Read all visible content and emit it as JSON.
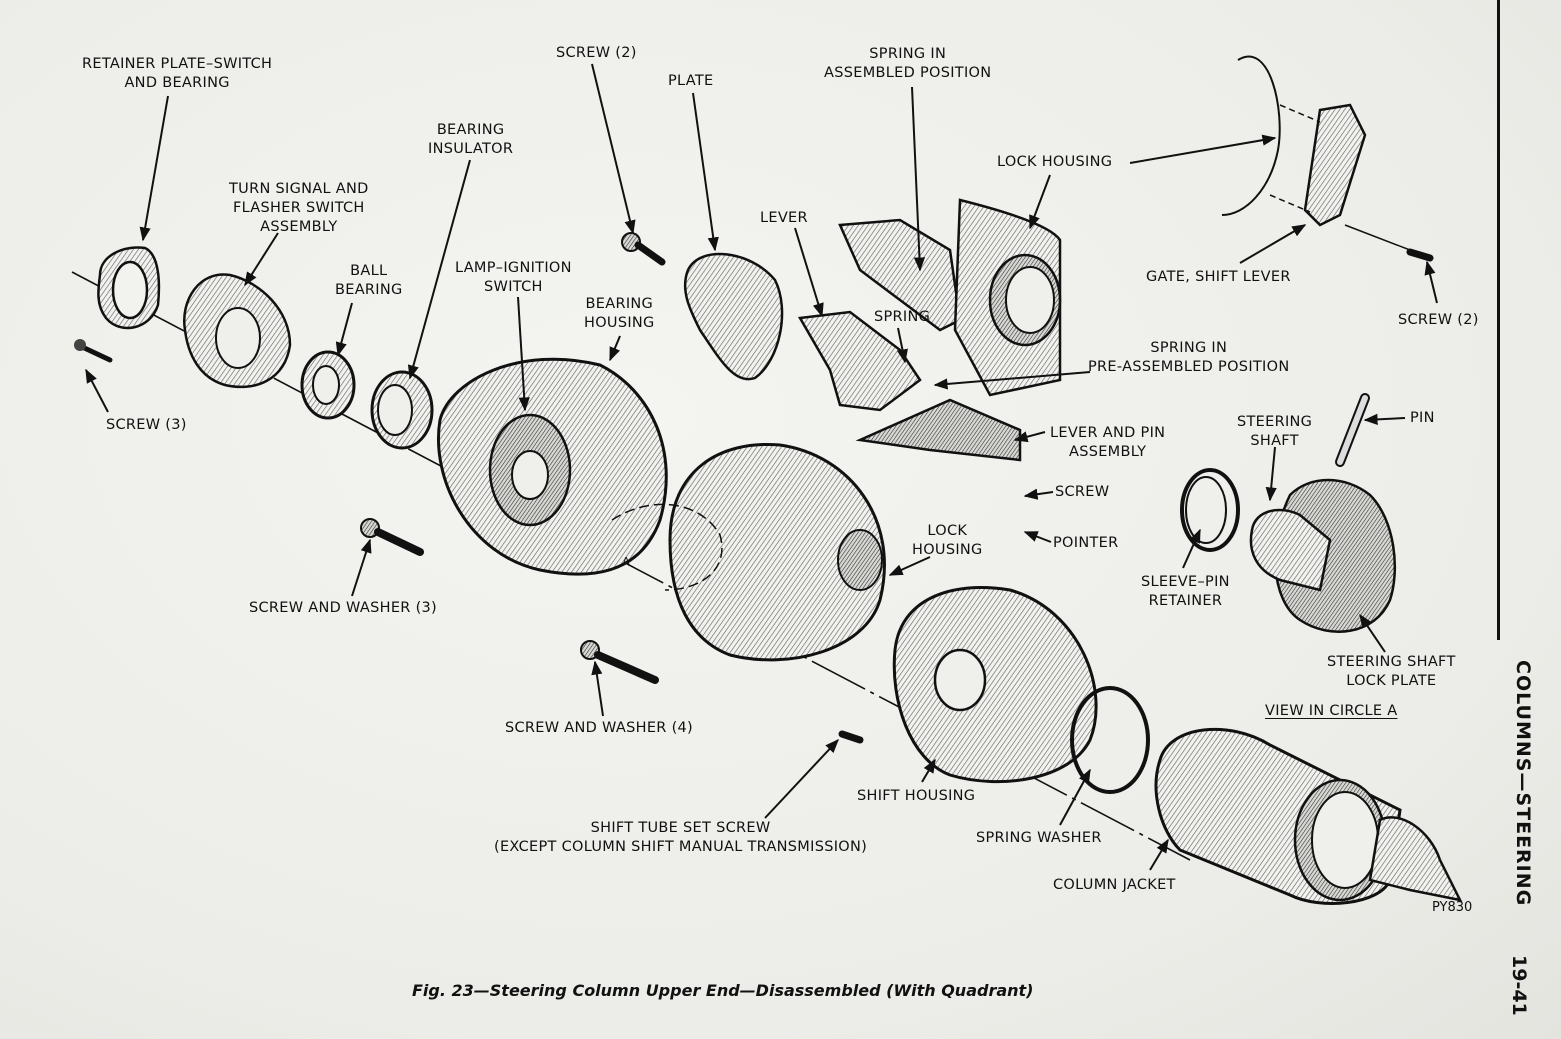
{
  "figure": {
    "caption": "Fig. 23—Steering Column Upper End—Disassembled (With Quadrant)",
    "figure_id": "PY830",
    "section_title": "COLUMNS—STEERING",
    "page_number": "19-41"
  },
  "labels": {
    "retainer_plate": [
      "RETAINER PLATE–SWITCH",
      "AND BEARING"
    ],
    "turn_signal": [
      "TURN SIGNAL AND",
      "FLASHER SWITCH",
      "ASSEMBLY"
    ],
    "bearing_insulator": [
      "BEARING",
      "INSULATOR"
    ],
    "ball_bearing": [
      "BALL",
      "BEARING"
    ],
    "lamp_ignition": [
      "LAMP–IGNITION",
      "SWITCH"
    ],
    "bearing_housing": [
      "BEARING",
      "HOUSING"
    ],
    "screw_2_top": "SCREW (2)",
    "plate": "PLATE",
    "spring_assembled": [
      "SPRING IN",
      "ASSEMBLED POSITION"
    ],
    "lock_housing_top": "LOCK HOUSING",
    "lever": "LEVER",
    "spring": "SPRING",
    "gate_shift_lever": "GATE, SHIFT LEVER",
    "screw_2_right": "SCREW (2)",
    "spring_preassembled": [
      "SPRING IN",
      "PRE-ASSEMBLED POSITION"
    ],
    "lever_pin": [
      "LEVER AND PIN",
      "ASSEMBLY"
    ],
    "screw_single": "SCREW",
    "pointer": "POINTER",
    "lock_housing_mid": [
      "LOCK",
      "HOUSING"
    ],
    "screw_3": "SCREW (3)",
    "screw_washer_3": "SCREW AND WASHER (3)",
    "screw_washer_4": "SCREW AND WASHER (4)",
    "shift_housing": "SHIFT HOUSING",
    "shift_tube_set_screw": [
      "SHIFT TUBE SET SCREW",
      "(EXCEPT COLUMN SHIFT MANUAL TRANSMISSION)"
    ],
    "spring_washer": "SPRING WASHER",
    "column_jacket": "COLUMN JACKET",
    "steering_shaft": [
      "STEERING",
      "SHAFT"
    ],
    "pin": "PIN",
    "sleeve_pin_retainer": [
      "SLEEVE–PIN",
      "RETAINER"
    ],
    "steering_shaft_lock_plate": [
      "STEERING SHAFT",
      "LOCK PLATE"
    ],
    "view_in_circle": "VIEW IN CIRCLE A",
    "circle_marker": "A"
  }
}
